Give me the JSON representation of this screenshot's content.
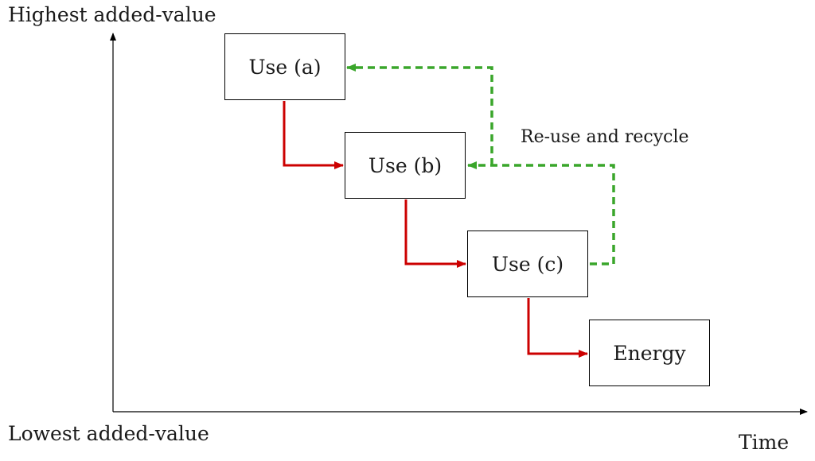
{
  "axes": {
    "y_top_label": "Highest added-value",
    "y_bottom_label": "Lowest added-value",
    "x_label": "Time"
  },
  "boxes": {
    "use_a": "Use (a)",
    "use_b": "Use (b)",
    "use_c": "Use (c)",
    "energy": "Energy"
  },
  "loop_label": "Re-use and recycle",
  "colors": {
    "cascade_arrow": "#cc0000",
    "recycle_arrow": "#3aa62b",
    "axis": "#000000"
  }
}
